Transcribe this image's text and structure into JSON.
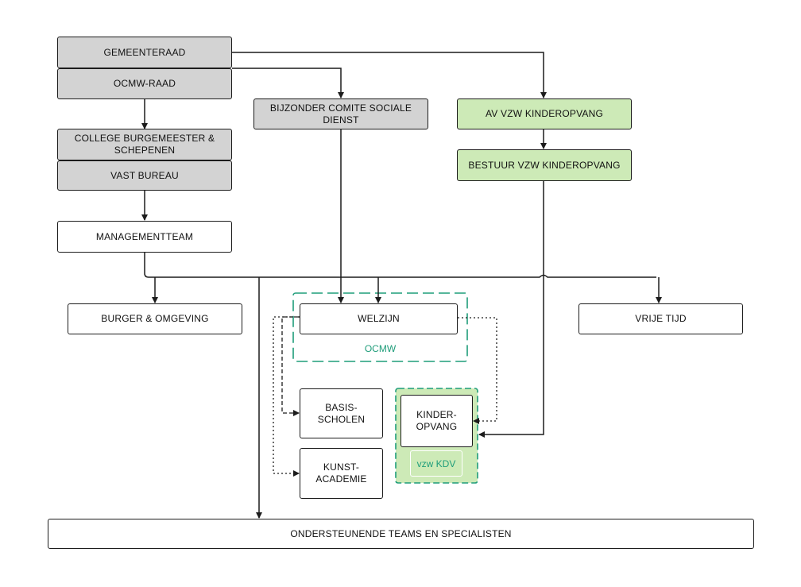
{
  "boxes": {
    "gemeenteraad": "GEMEENTERAAD",
    "ocmw_raad": "OCMW-RAAD",
    "college": "COLLEGE BURGEMEESTER &\nSCHEPENEN",
    "vast_bureau": "VAST BUREAU",
    "managementteam": "MANAGEMENTTEAM",
    "bijzonder_comite": "BIJZONDER COMITE SOCIALE\nDIENST",
    "av_vzw": "AV VZW KINDEROPVANG",
    "bestuur_vzw": "BESTUUR VZW KINDEROPVANG",
    "burger_omgeving": "BURGER & OMGEVING",
    "welzijn": "WELZIJN",
    "vrije_tijd": "VRIJE TIJD",
    "basisscholen": "BASIS-\nSCHOLEN",
    "kunstacademie": "KUNST-\nACADEMIE",
    "kinderopvang": "KINDER-\nOPVANG",
    "ondersteunende": "ONDERSTEUNENDE TEAMS EN SPECIALISTEN"
  },
  "groups": {
    "ocmw": "OCMW",
    "vzw_kdv": "vzw KDV"
  },
  "colors": {
    "grey_fill": "#d3d3d3",
    "green_fill": "#cdeab7",
    "group_accent": "#1f9d7a",
    "line": "#1c1c1c"
  }
}
